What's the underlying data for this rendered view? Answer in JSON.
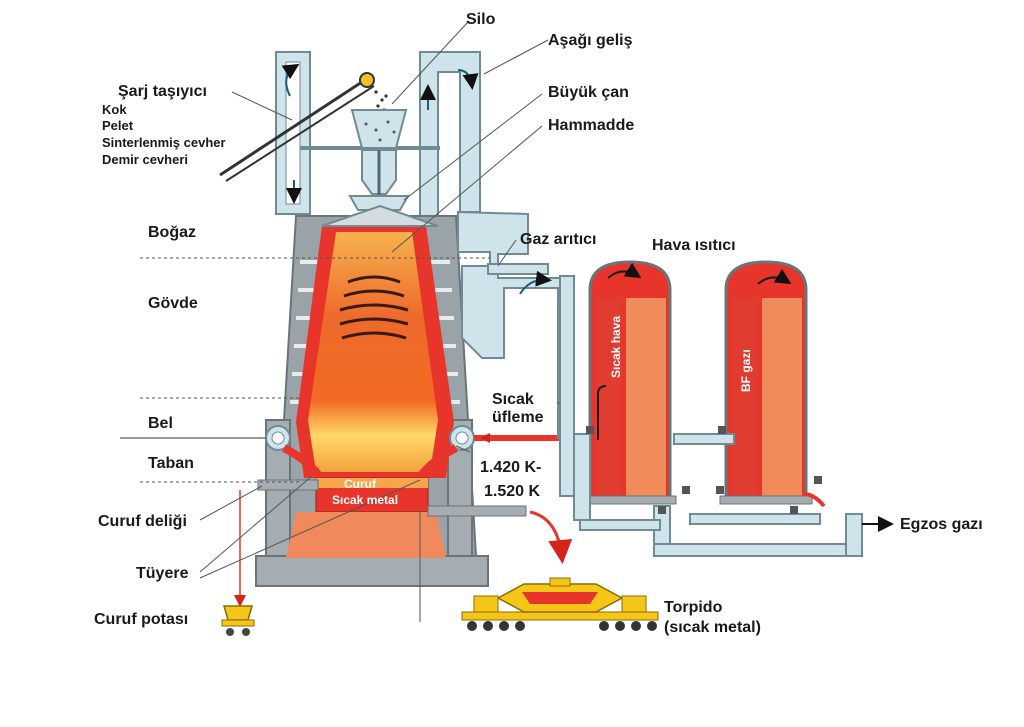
{
  "labels": {
    "silo": "Silo",
    "asagi_gelis": "Aşağı geliş",
    "sarj_tasiyici": "Şarj taşıyıcı",
    "kok": "Kok",
    "pelet": "Pelet",
    "sinterlenmis_cevher": "Sinterlenmiş cevher",
    "demir_cevheri": "Demir cevheri",
    "buyuk_can": "Büyük çan",
    "hammadde": "Hammadde",
    "bogaz": "Boğaz",
    "govde": "Gövde",
    "bel": "Bel",
    "taban": "Taban",
    "gaz_artici": "Gaz arıtıcı",
    "hava_isitici": "Hava ısıtıcı",
    "sicak_hava": "Sıcak hava",
    "bf_gazi": "BF gazı",
    "sicak": "Sıcak",
    "ufleme": "üfleme",
    "temp_1": "1.420 K-",
    "temp_2": "1.520 K",
    "curuf": "Curuf",
    "sicak_metal": "Sıcak metal",
    "curuf_deligi": "Curuf deliği",
    "tuyere": "Tüyere",
    "curuf_potasi": "Curuf potası",
    "torpido": "Torpido",
    "torpido_sub": "(sıcak metal)",
    "egzos_gazi": "Egzos gazı"
  },
  "colors": {
    "steel": "#a9b1b5",
    "steel_dark": "#7f888d",
    "pipe": "#cfe3ea",
    "pipe_edge": "#8aa6b0",
    "hot_red": "#e8352b",
    "hot_orange": "#f28b4e",
    "brick": "#f08a5d",
    "yellow": "#f5c518"
  }
}
